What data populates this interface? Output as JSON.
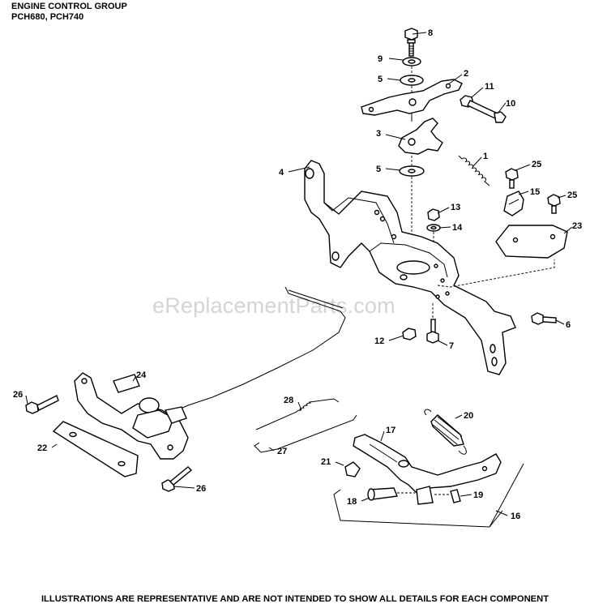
{
  "header": {
    "title": "ENGINE CONTROL GROUP",
    "models": "PCH680, PCH740"
  },
  "watermark": "eReplacementParts.com",
  "footer": "ILLUSTRATIONS ARE REPRESENTATIVE AND ARE NOT INTENDED TO SHOW ALL DETAILS FOR EACH COMPONENT",
  "callouts": {
    "c8": "8",
    "c9": "9",
    "c5a": "5",
    "c2": "2",
    "c11": "11",
    "c10": "10",
    "c3": "3",
    "c1": "1",
    "c4": "4",
    "c5b": "5",
    "c25a": "25",
    "c15": "15",
    "c25b": "25",
    "c13": "13",
    "c14": "14",
    "c23": "23",
    "c6": "6",
    "c12": "12",
    "c7": "7",
    "c24": "24",
    "c26a": "26",
    "c28": "28",
    "c20": "20",
    "c17": "17",
    "c22": "22",
    "c27": "27",
    "c21": "21",
    "c26b": "26",
    "c18": "18",
    "c19": "19",
    "c16": "16"
  }
}
